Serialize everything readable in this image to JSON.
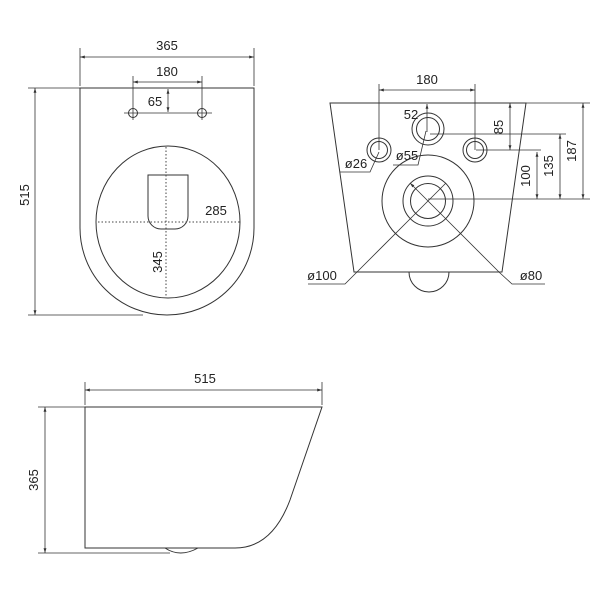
{
  "top_view": {
    "width": "365",
    "hole_spacing": "180",
    "hole_offset": "65",
    "seat_width": "285",
    "seat_length": "345",
    "length": "515"
  },
  "back_view": {
    "hole_spacing": "180",
    "dim_52": "52",
    "dia_55": "ø55",
    "dia_26": "ø26",
    "dim_85": "85",
    "dim_100": "100",
    "dim_135": "135",
    "dim_187": "187",
    "dia_100": "ø100",
    "dia_80": "ø80"
  },
  "side_view": {
    "length": "515",
    "height": "365"
  }
}
